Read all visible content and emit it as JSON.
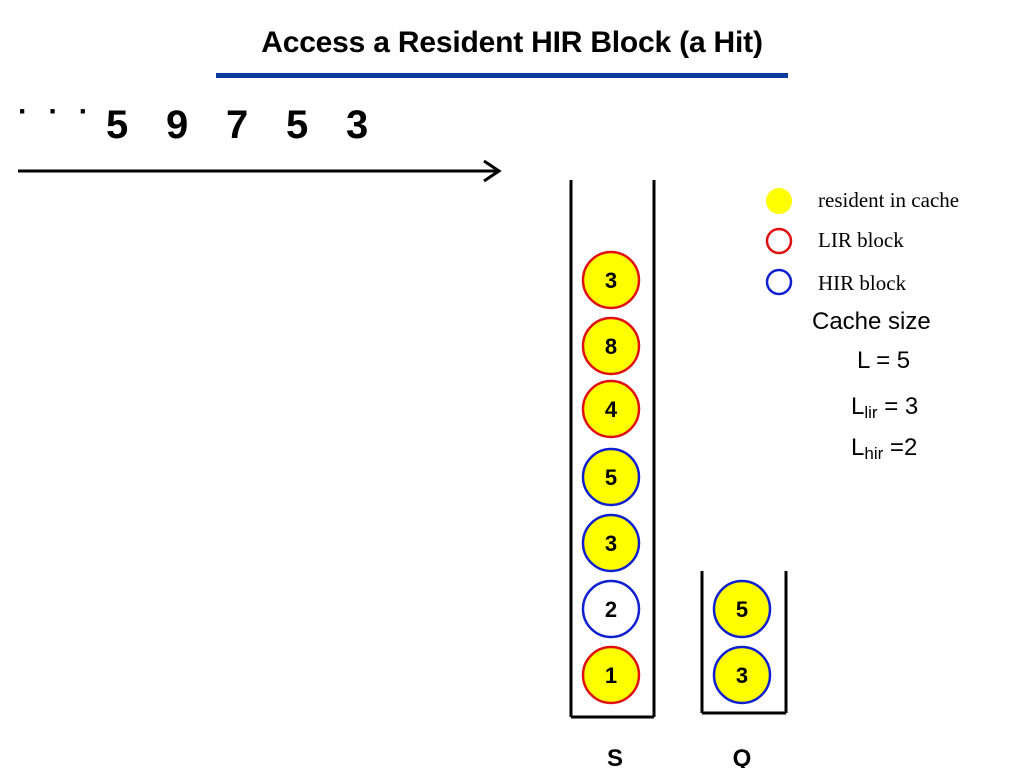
{
  "title": "Access a Resident HIR Block (a Hit)",
  "sequence": {
    "ellipsis": "· · ·",
    "items": [
      "5",
      "9",
      "7",
      "5",
      "3"
    ]
  },
  "colors": {
    "title_rule": "#0b3a9e",
    "resident_fill": "#ffff00",
    "lir_border": "#e01010",
    "hir_border": "#1020d0",
    "nonresident_fill": "#ffffff"
  },
  "stack_s": {
    "label": "S",
    "blocks": [
      {
        "label": "3",
        "status": "LIR",
        "resident": true
      },
      {
        "label": "8",
        "status": "LIR",
        "resident": true
      },
      {
        "label": "4",
        "status": "LIR",
        "resident": true
      },
      {
        "label": "5",
        "status": "HIR",
        "resident": true
      },
      {
        "label": "3",
        "status": "HIR",
        "resident": true
      },
      {
        "label": "2",
        "status": "HIR",
        "resident": false
      },
      {
        "label": "1",
        "status": "LIR",
        "resident": true
      }
    ]
  },
  "stack_q": {
    "label": "Q",
    "blocks": [
      {
        "label": "5",
        "status": "HIR",
        "resident": true
      },
      {
        "label": "3",
        "status": "HIR",
        "resident": true
      }
    ]
  },
  "legend": {
    "resident": "resident in cache",
    "lir": "LIR block",
    "hir": "HIR block"
  },
  "params": {
    "cache_size": "Cache size",
    "l_total": "L = 5",
    "l_lir_base": "L",
    "l_lir_sub": "lir",
    "l_lir_value": " = 3",
    "l_hir_base": "L",
    "l_hir_sub": "hir",
    "l_hir_value": " =2"
  }
}
